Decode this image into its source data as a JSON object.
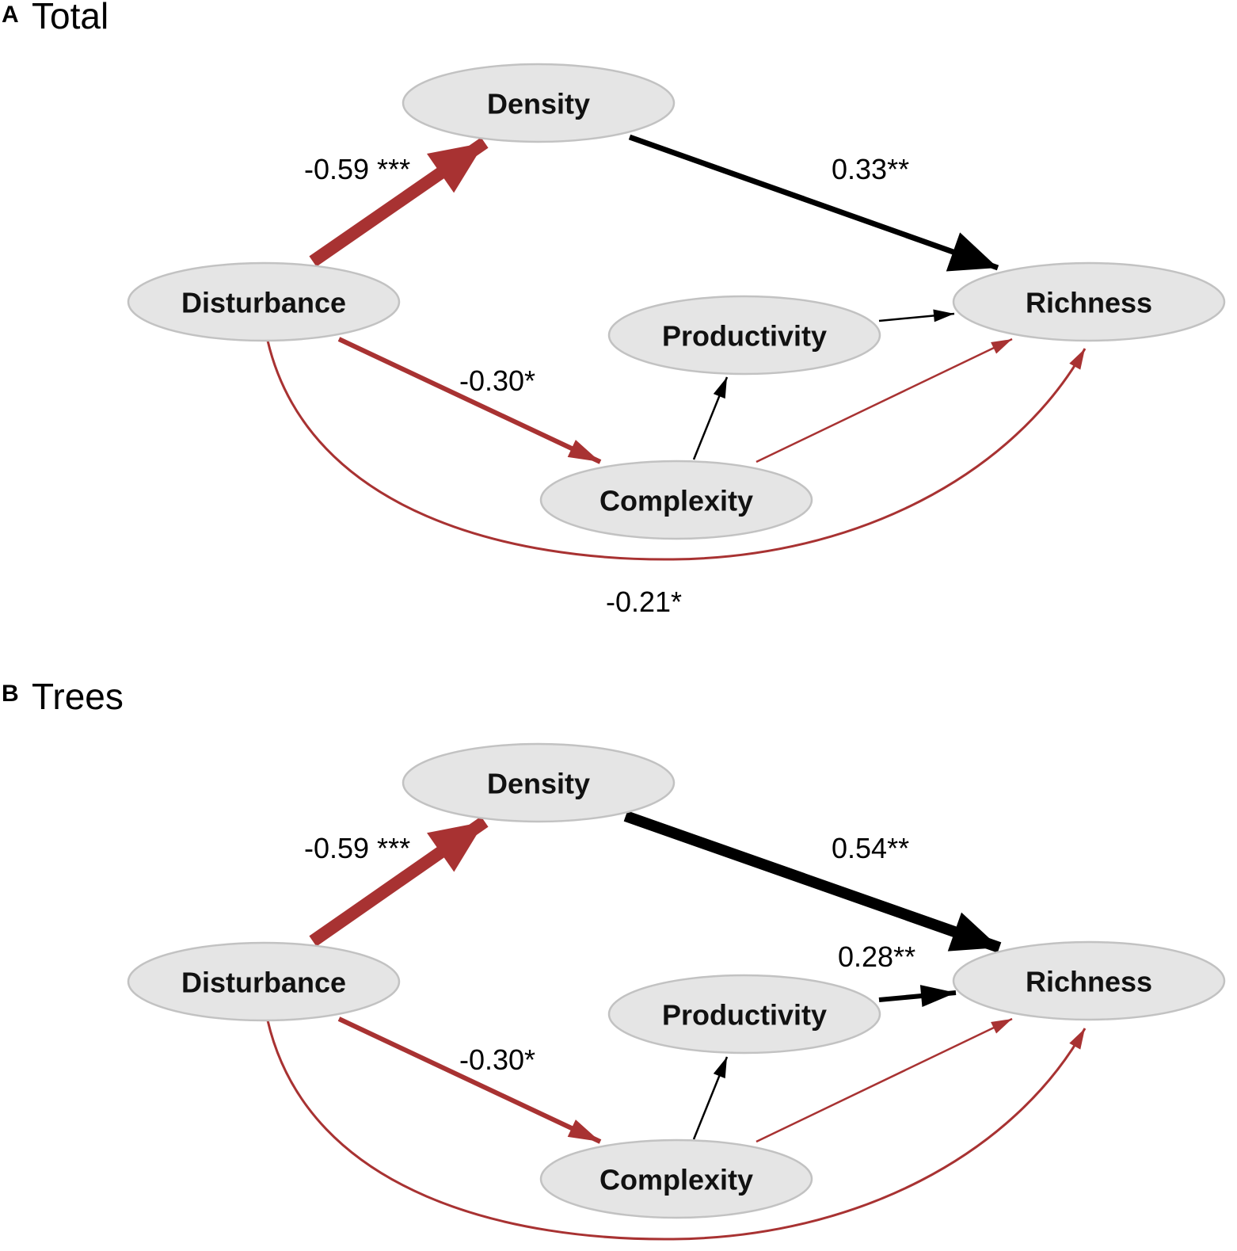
{
  "colors": {
    "negative": "#a83232",
    "positive": "#000000",
    "node_fill": "#e5e5e5",
    "node_stroke": "#c2c2c2"
  },
  "panels": [
    {
      "letter": "A",
      "title": "Total",
      "nodes": {
        "density": "Density",
        "disturbance": "Disturbance",
        "richness": "Richness",
        "productivity": "Productivity",
        "complexity": "Complexity"
      },
      "edges": [
        {
          "from": "disturbance",
          "to": "density",
          "sign": "negative",
          "strength": "strong",
          "label": "-0.59 ***"
        },
        {
          "from": "density",
          "to": "richness",
          "sign": "positive",
          "strength": "medium",
          "label": "0.33**"
        },
        {
          "from": "disturbance",
          "to": "complexity",
          "sign": "negative",
          "strength": "medium",
          "label": "-0.30*"
        },
        {
          "from": "productivity",
          "to": "richness",
          "sign": "positive",
          "strength": "thin",
          "label": ""
        },
        {
          "from": "complexity",
          "to": "productivity",
          "sign": "positive",
          "strength": "thin",
          "label": ""
        },
        {
          "from": "complexity",
          "to": "richness",
          "sign": "negative",
          "strength": "thin",
          "label": ""
        },
        {
          "from": "disturbance",
          "to": "richness",
          "sign": "negative",
          "strength": "thin",
          "curved": true,
          "label": "-0.21*"
        }
      ]
    },
    {
      "letter": "B",
      "title": "Trees",
      "nodes": {
        "density": "Density",
        "disturbance": "Disturbance",
        "richness": "Richness",
        "productivity": "Productivity",
        "complexity": "Complexity"
      },
      "edges": [
        {
          "from": "disturbance",
          "to": "density",
          "sign": "negative",
          "strength": "strong",
          "label": "-0.59 ***"
        },
        {
          "from": "density",
          "to": "richness",
          "sign": "positive",
          "strength": "very-strong",
          "label": "0.54**"
        },
        {
          "from": "disturbance",
          "to": "complexity",
          "sign": "negative",
          "strength": "medium",
          "label": "-0.30*"
        },
        {
          "from": "productivity",
          "to": "richness",
          "sign": "positive",
          "strength": "medium",
          "label": "0.28**"
        },
        {
          "from": "complexity",
          "to": "productivity",
          "sign": "positive",
          "strength": "thin",
          "label": ""
        },
        {
          "from": "complexity",
          "to": "richness",
          "sign": "negative",
          "strength": "thin",
          "label": ""
        },
        {
          "from": "disturbance",
          "to": "richness",
          "sign": "negative",
          "strength": "thin",
          "curved": true,
          "label": ""
        }
      ]
    }
  ]
}
